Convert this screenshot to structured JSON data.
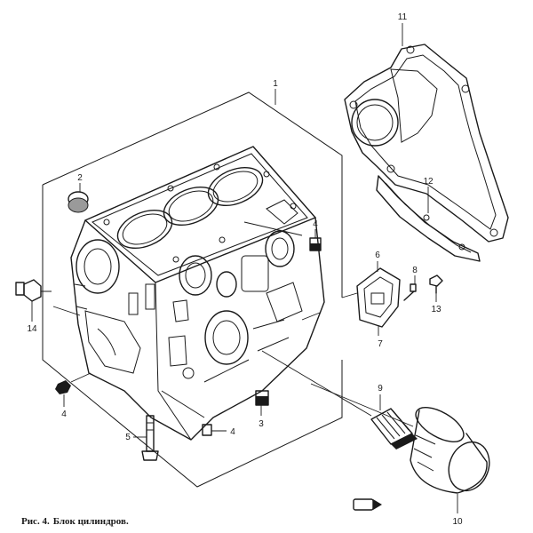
{
  "caption": {
    "figure": "Рис. 4.",
    "title": "Блок цилиндров."
  },
  "callouts": {
    "c1": "1",
    "c2": "2",
    "c3": "3",
    "c4a": "4",
    "c4b": "4",
    "c4c": "4",
    "c5": "5",
    "c6": "6",
    "c7": "7",
    "c8": "8",
    "c9": "9",
    "c10": "10",
    "c11": "11",
    "c12": "12",
    "c13": "13",
    "c14": "14"
  }
}
